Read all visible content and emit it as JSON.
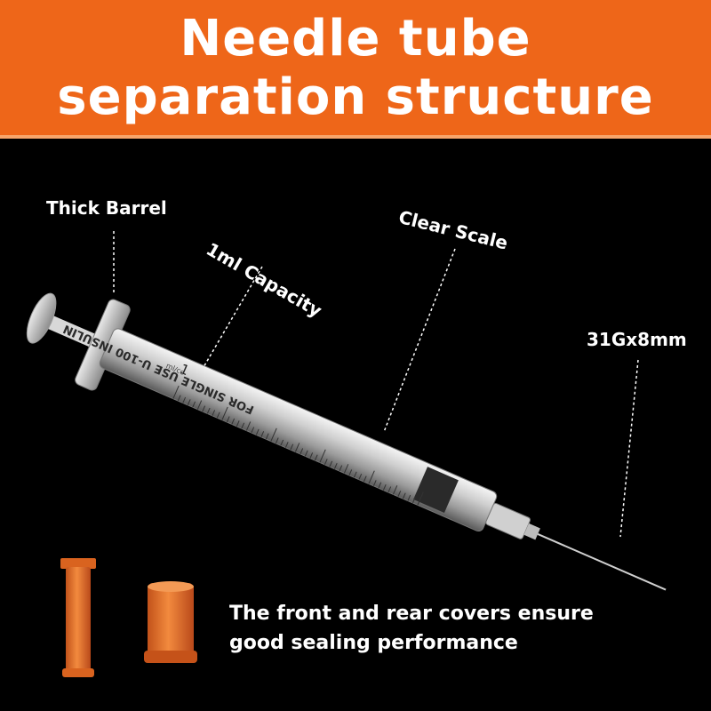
{
  "banner": {
    "line1": "Needle tube",
    "line2": "separation structure",
    "color": "#ee6619"
  },
  "labels": {
    "thick_barrel": "Thick Barrel",
    "capacity": "1ml Capacity",
    "clear_scale": "Clear Scale",
    "needle_size": "31Gx8mm"
  },
  "syringe": {
    "barrel_print": "FOR SINGLE USE U-100 INSULIN",
    "scale_top_number": "1",
    "unit_mark": "ml/cc"
  },
  "caption": {
    "line1": "The front and rear covers ensure",
    "line2": "good sealing performance"
  },
  "colors": {
    "cap_orange": "#f07a2c",
    "background": "#000000"
  }
}
